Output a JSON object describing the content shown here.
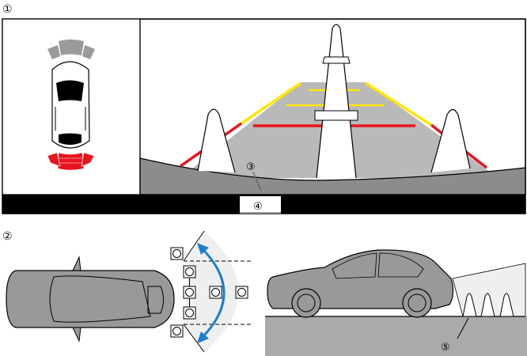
{
  "labels": {
    "section_1": "①",
    "section_2": "②",
    "callout_3": "③",
    "callout_4": "④",
    "callout_5": "⑤"
  },
  "colors": {
    "warning_red": "#e8141e",
    "guide_yellow": "#ffe600",
    "arrow_blue": "#1a7fd0",
    "road_gray": "#b9b9b9",
    "ground_gray": "#8c8c8c"
  }
}
